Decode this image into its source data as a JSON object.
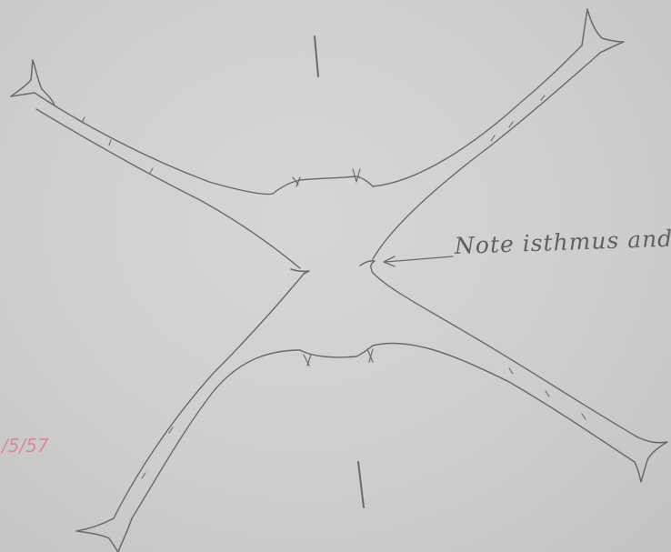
{
  "sheet": {
    "annotation_text": "Note isthmus and",
    "margin_mark_text": "/5/57",
    "colors": {
      "paper": "#cfcecc",
      "pencil": "#6a6a6e",
      "margin_ink": "#d68b98"
    }
  },
  "specimen": {
    "icon": "x-shaped-cell-sketch"
  }
}
